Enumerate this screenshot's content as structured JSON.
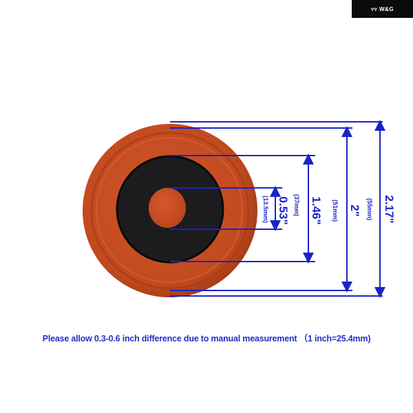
{
  "brand": {
    "name": "W&G"
  },
  "colors": {
    "dimension_line": "#1a23c8",
    "note_text": "#2430c4",
    "gasket_outer": "#c2491e",
    "gasket_inner_black": "#1c1c1e",
    "gasket_center": "#cc4a1e"
  },
  "dimensions": [
    {
      "id": "outer",
      "inch": "2.17\"",
      "mm": "(55mm)"
    },
    {
      "id": "ring",
      "inch": "2\"",
      "mm": "(51mm)"
    },
    {
      "id": "disc",
      "inch": "1.46\"",
      "mm": "(37mm)"
    },
    {
      "id": "center",
      "inch": "0.53\"",
      "mm": "(13.5mm)"
    }
  ],
  "note": "Please allow 0.3-0.6 inch difference due to manual measurement （1 inch=25.4mm)"
}
